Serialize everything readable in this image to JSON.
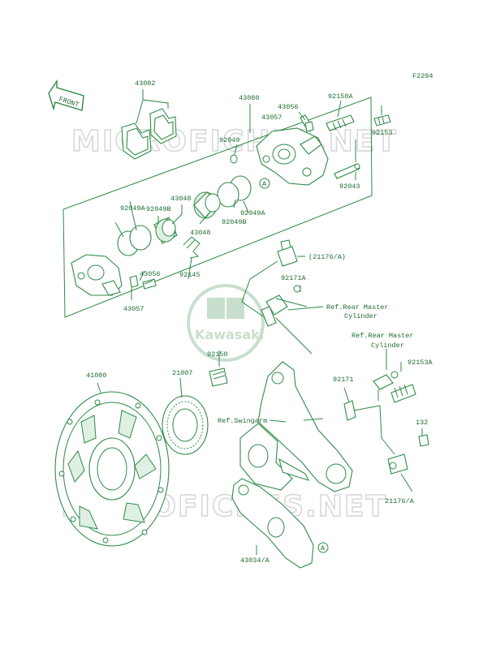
{
  "figure_code": "F2294",
  "front_label": "FRONT",
  "brand_logo": "Kawasaki",
  "watermark": "MICROFICHES.NET",
  "callout_letter": "A",
  "parts": [
    {
      "id": "p43082",
      "label": "43082"
    },
    {
      "id": "p43080",
      "label": "43080"
    },
    {
      "id": "p43056a",
      "label": "43056"
    },
    {
      "id": "p92150a",
      "label": "92150A"
    },
    {
      "id": "p43057a",
      "label": "43057"
    },
    {
      "id": "p92049",
      "label": "92049"
    },
    {
      "id": "p92153",
      "label": "92153"
    },
    {
      "id": "p92043",
      "label": "92043"
    },
    {
      "id": "p43048a",
      "label": "43048"
    },
    {
      "id": "p92049b1",
      "label": "92049B"
    },
    {
      "id": "p92049a1",
      "label": "92049A"
    },
    {
      "id": "p92049a2",
      "label": "92049A"
    },
    {
      "id": "p92049b2",
      "label": "92049B"
    },
    {
      "id": "p43048b",
      "label": "43048"
    },
    {
      "id": "p21176a1",
      "label": "(21176/A)"
    },
    {
      "id": "p92145",
      "label": "92145"
    },
    {
      "id": "p92171a",
      "label": "92171A"
    },
    {
      "id": "p43056b",
      "label": "43056"
    },
    {
      "id": "p43057b",
      "label": "43057"
    },
    {
      "id": "p92150",
      "label": "92150"
    },
    {
      "id": "p41080",
      "label": "41080"
    },
    {
      "id": "p21007",
      "label": "21007"
    },
    {
      "id": "p92153a",
      "label": "92153A"
    },
    {
      "id": "p92171",
      "label": "92171"
    },
    {
      "id": "p132",
      "label": "132"
    },
    {
      "id": "p21176a2",
      "label": "21176/A"
    },
    {
      "id": "p43034a",
      "label": "43034/A"
    }
  ],
  "references": [
    {
      "id": "ref1",
      "line1": "Ref.Rear Master",
      "line2": "Cylinder"
    },
    {
      "id": "ref2",
      "line1": "Ref.Rear Master",
      "line2": "Cylinder"
    },
    {
      "id": "ref3",
      "line1": "Ref.Swingarm",
      "line2": ""
    }
  ],
  "colors": {
    "line": "#2e8b46",
    "text": "#1f6b33",
    "watermark": "#d4d4d4"
  }
}
